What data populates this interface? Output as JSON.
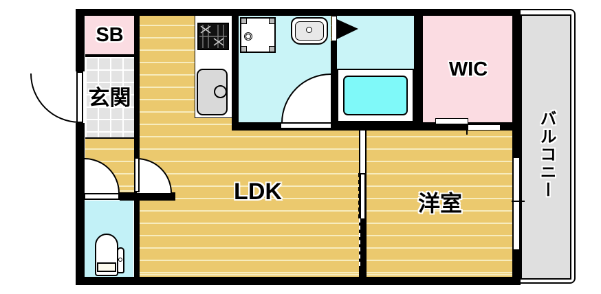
{
  "title": "1LDK apartment floor plan",
  "rooms": {
    "sb": {
      "label": "SB"
    },
    "genkan": {
      "label": "玄関"
    },
    "ldk": {
      "label": "LDK"
    },
    "yoshitsu": {
      "label": "洋室"
    },
    "wic": {
      "label": "WIC"
    },
    "balcony": {
      "label": "バルコニー"
    }
  },
  "fixtures": [
    "stove-icon",
    "kitchen-sink-icon",
    "washing-machine-pan-icon",
    "wash-basin-icon",
    "bathtub-icon",
    "toilet-icon",
    "window-icon",
    "door-swing-arc",
    "sliding-door"
  ],
  "colors": {
    "wall": "#000000",
    "floor_wood": "#EBC96E",
    "floor_stripe": "#F7ECBE",
    "wet_room": "#C9F4F7",
    "bathtub": "#7FF9F9",
    "closet_pink": "#FBDCE2",
    "entrance_tile": "#E3E3E3",
    "balcony_gray": "#DFDFDF"
  }
}
